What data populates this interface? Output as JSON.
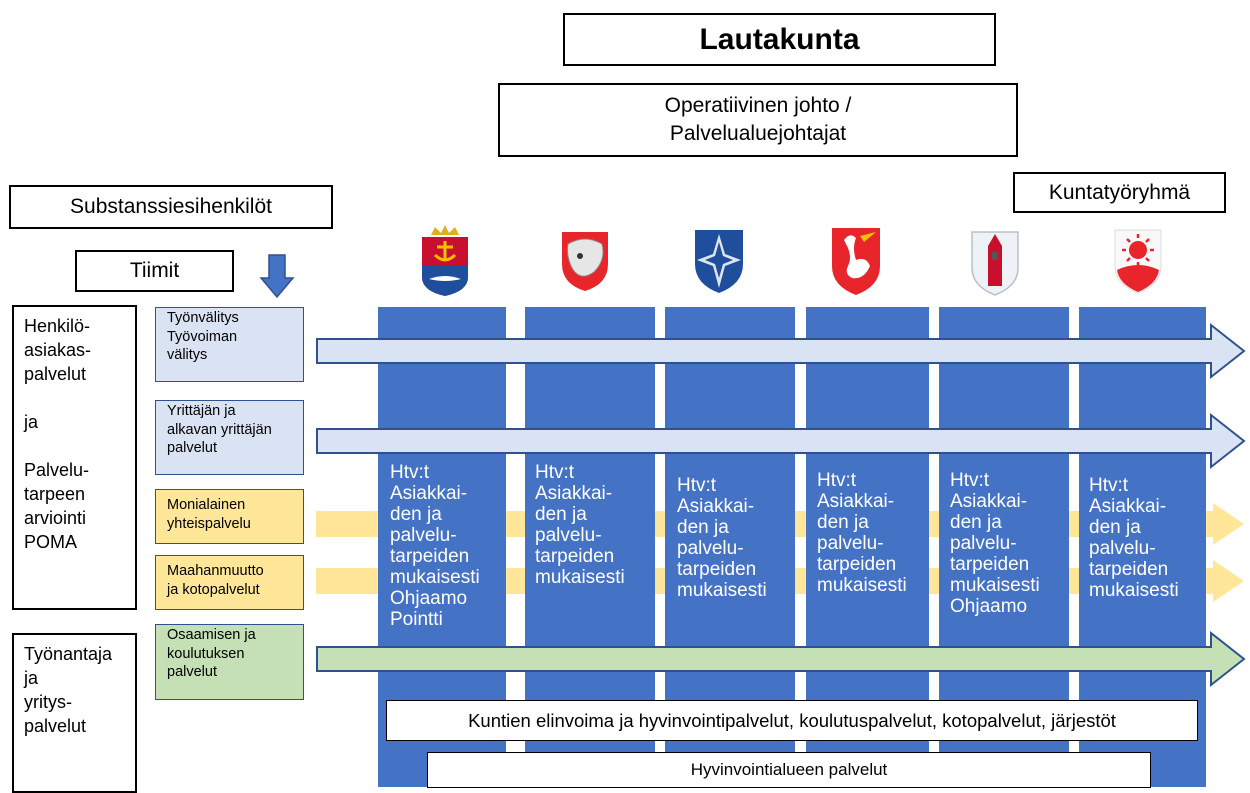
{
  "top": {
    "board": "Lautakunta",
    "management": "Operatiivinen johto /\nPalvelualuejohtajat",
    "municipal_group": "Kuntatyöryhmä",
    "substance_leads": "Substanssiesihenkilöt",
    "teams": "Tiimit"
  },
  "sidebar": {
    "personal_services": "Henkilö-\nasiakas-\npalvelut\n\nja\n\nPalvelu-\ntarpeen\narviointi\nPOMA",
    "employer_services": "Työnantaja\nja\nyritys-\npalvelut"
  },
  "services": [
    {
      "label": "Työnvälitys\nTyövoiman\nvälitys",
      "color": "blue"
    },
    {
      "label": "Yrittäjän ja\nalkavan yrittäjän\npalvelut",
      "color": "blue"
    },
    {
      "label": "Monialainen\nyhteispalvelu",
      "color": "yellow"
    },
    {
      "label": "Maahanmuutto\nja kotopalvelut",
      "color": "yellow"
    },
    {
      "label": "Osaamisen ja\nkoulutuksen\npalvelut",
      "color": "green"
    }
  ],
  "columns": [
    {
      "text": "Htv:t\nAsiakkai-\nden ja\npalvelu-\ntarpeiden\nmukaisesti\nOhjaamo\nPointti",
      "crest": "harbor-shield-icon"
    },
    {
      "text": "Htv:t\nAsiakkai-\nden ja\npalvelu-\ntarpeiden\nmukaisesti",
      "crest": "seal-shield-icon"
    },
    {
      "text": "Htv:t\nAsiakkai-\nden ja\npalvelu-\ntarpeiden\nmukaisesti",
      "crest": "cross-shield-icon"
    },
    {
      "text": "Htv:t\nAsiakkai-\nden ja\npalvelu-\ntarpeiden\nmukaisesti",
      "crest": "heron-shield-icon"
    },
    {
      "text": "Htv:t\nAsiakkai-\nden ja\npalvelu-\ntarpeiden\nmukaisesti\nOhjaamo",
      "crest": "tower-shield-icon"
    },
    {
      "text": "Htv:t\nAsiakkai-\nden ja\npalvelu-\ntarpeiden\nmukaisesti",
      "crest": "sun-shield-icon"
    }
  ],
  "bottom": {
    "municipal_services": "Kuntien elinvoima ja hyvinvointipalvelut, koulutuspalvelut, kotopalvelut, järjestöt",
    "welfare_services": "Hyvinvointialueen palvelut"
  },
  "colors": {
    "column": "#4472c4",
    "service_blue": "#dae3f3",
    "service_yellow": "#ffe699",
    "service_green": "#c5e0b4",
    "crest_red": "#e8252a",
    "crest_blue": "#1f4e9c"
  }
}
